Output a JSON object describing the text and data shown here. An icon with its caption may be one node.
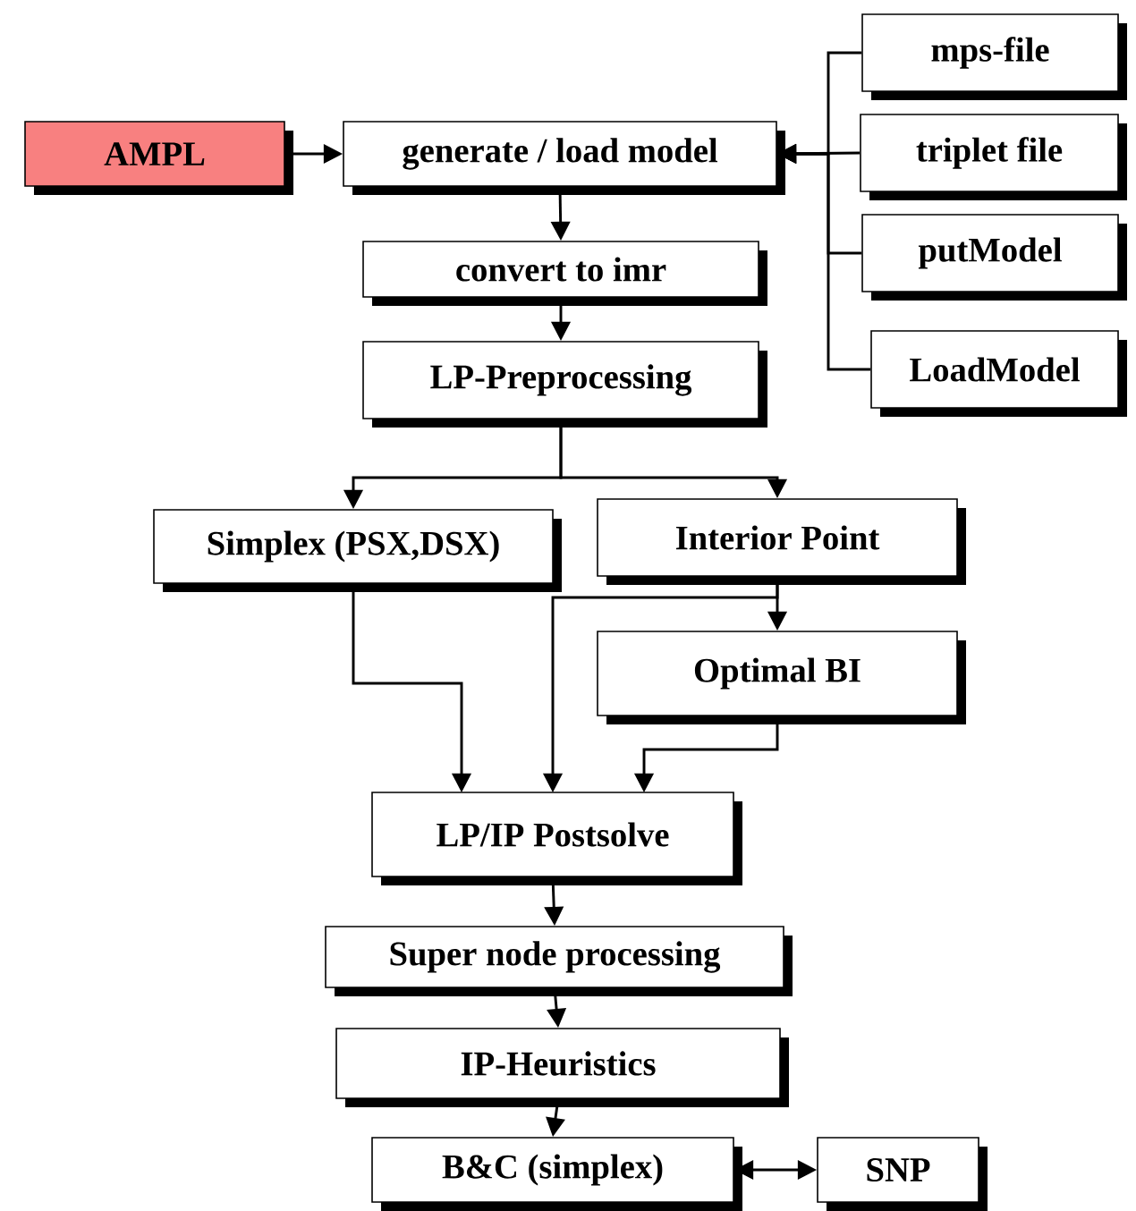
{
  "diagram": {
    "nodes": [
      {
        "text": [
          "AMPL"
        ]
      },
      {
        "text": [
          "generate / load model"
        ]
      },
      {
        "text": [
          "mps-file"
        ]
      },
      {
        "text": [
          "triplet file"
        ]
      },
      {
        "text": [
          "putModel"
        ]
      },
      {
        "text": [
          "LoadModel"
        ]
      },
      {
        "text": [
          "convert to imr"
        ]
      },
      {
        "text": [
          "LP-Preprocessing"
        ]
      },
      {
        "text": [
          "Simplex (PSX,DSX)"
        ]
      },
      {
        "text": [
          "Interior Point"
        ]
      },
      {
        "text": [
          "Optimal BI"
        ]
      },
      {
        "text": [
          "LP/IP Postsolve"
        ]
      },
      {
        "text": [
          "Super node processing"
        ]
      },
      {
        "text": [
          "IP-Heuristics"
        ]
      },
      {
        "text": [
          "B&C (simplex)"
        ]
      },
      {
        "text": [
          "SNP"
        ]
      }
    ],
    "edges": [
      {
        "from": 0,
        "to": 1,
        "arrow": "to"
      },
      {
        "from": 2,
        "to": 1,
        "arrow": "to"
      },
      {
        "from": 3,
        "to": 1,
        "arrow": "to"
      },
      {
        "from": 4,
        "to": 1,
        "arrow": "to"
      },
      {
        "from": 5,
        "to": 1,
        "arrow": "to"
      },
      {
        "from": 1,
        "to": 6,
        "arrow": "to"
      },
      {
        "from": 6,
        "to": 7,
        "arrow": "to"
      },
      {
        "from": 7,
        "to": 8,
        "arrow": "to"
      },
      {
        "from": 7,
        "to": 9,
        "arrow": "to"
      },
      {
        "from": 8,
        "to": 11,
        "arrow": "to"
      },
      {
        "from": 9,
        "to": 10,
        "arrow": "to"
      },
      {
        "from": 9,
        "to": 11,
        "arrow": "to"
      },
      {
        "from": 10,
        "to": 11,
        "arrow": "to"
      },
      {
        "from": 11,
        "to": 12,
        "arrow": "to"
      },
      {
        "from": 12,
        "to": 13,
        "arrow": "to"
      },
      {
        "from": 13,
        "to": 14,
        "arrow": "to"
      },
      {
        "from": 14,
        "to": 15,
        "arrow": "both"
      }
    ]
  }
}
